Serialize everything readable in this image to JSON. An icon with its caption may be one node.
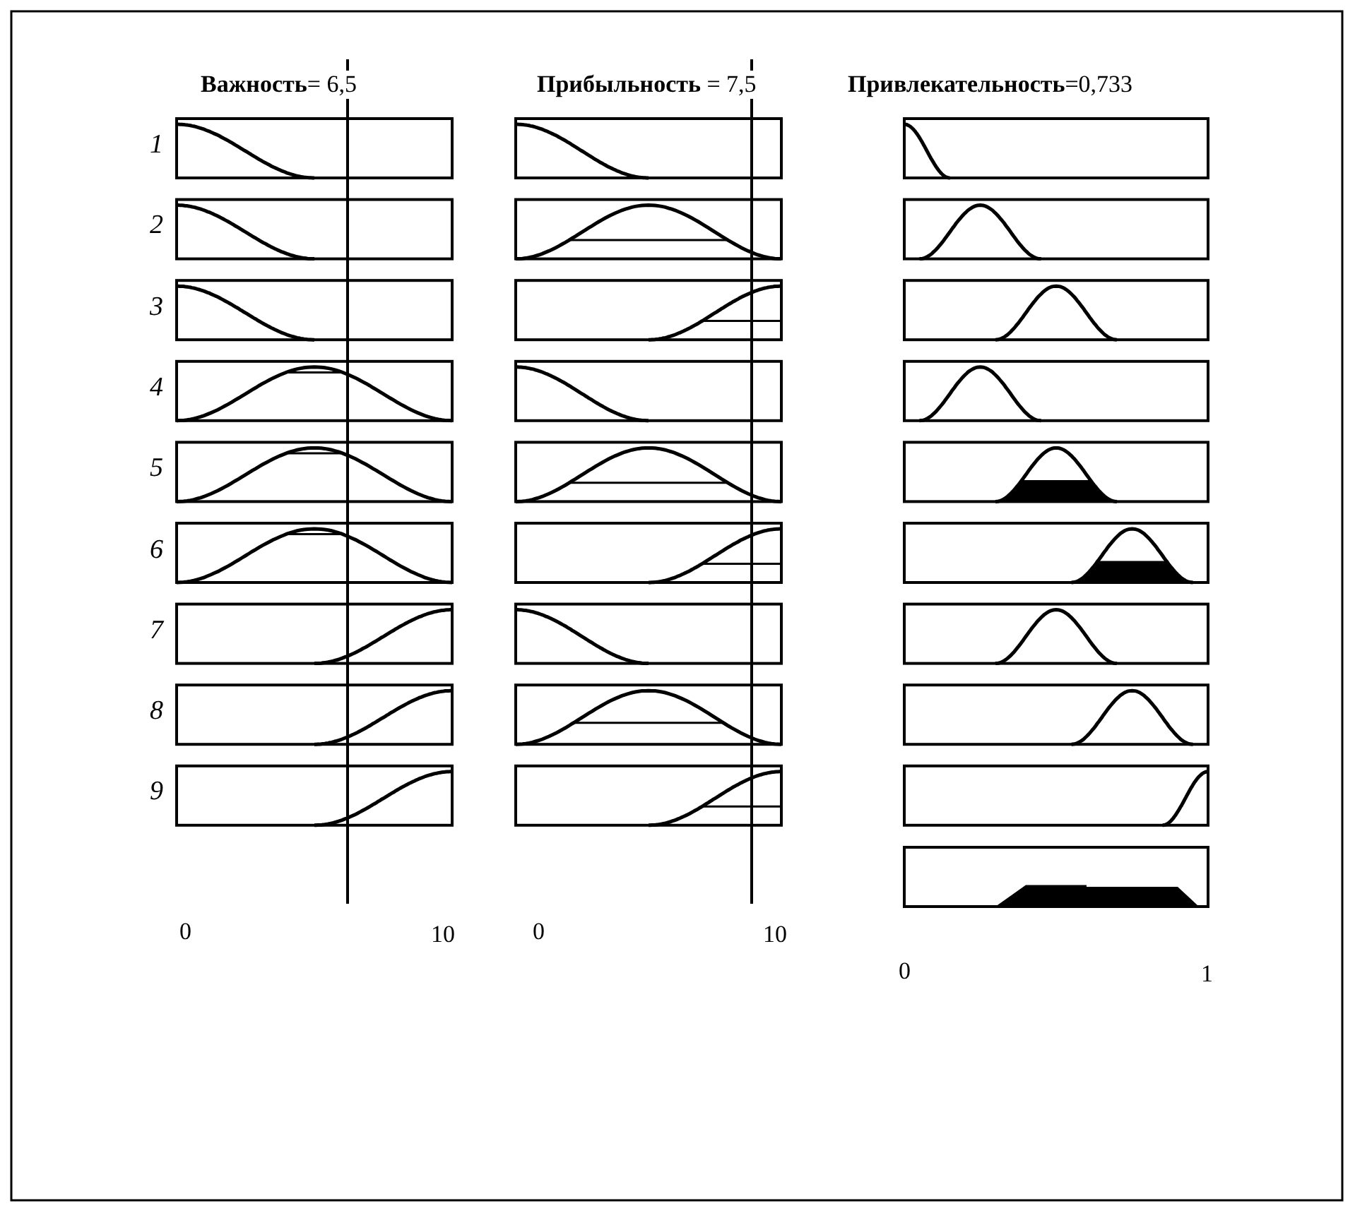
{
  "diagram": {
    "labels": [
      "**Важность**= 6,5",
      "**Прибыльность** = 7,5",
      "**Привлекательность**=0,733",
      "1",
      "2",
      "3",
      "4",
      "5",
      "6",
      "7",
      "8",
      "9",
      "0",
      "10",
      "0",
      "10",
      "0",
      "1"
    ]
  }
}
